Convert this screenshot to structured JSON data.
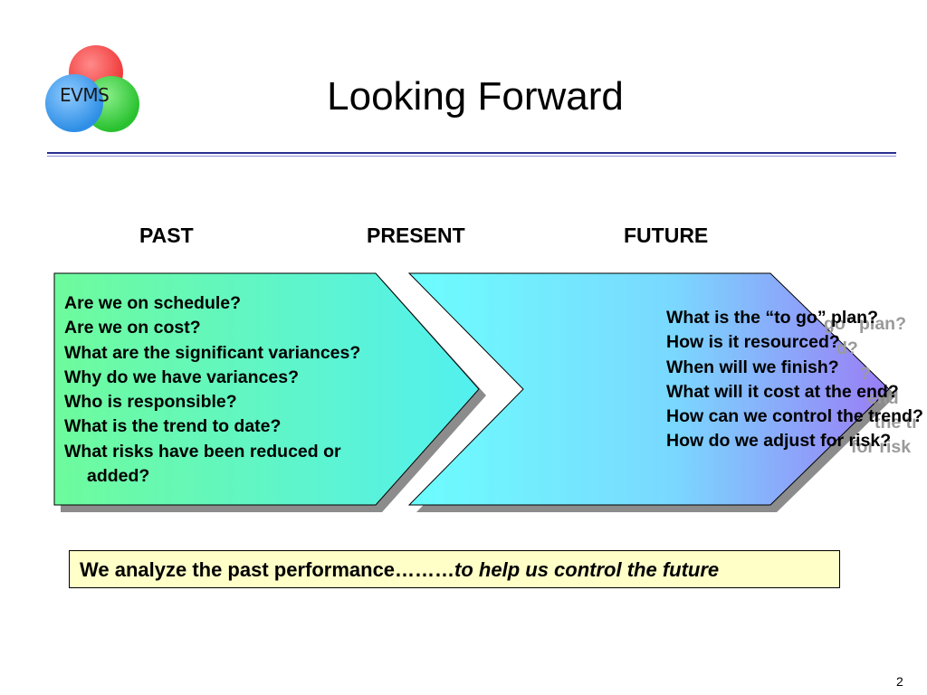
{
  "logo": {
    "text": "EVMS"
  },
  "title": "Looking Forward",
  "headers": {
    "past": "PAST",
    "present": "PRESENT",
    "future": "FUTURE"
  },
  "past_questions": [
    "Are we on schedule?",
    "Are we on cost?",
    "What are the significant variances?",
    "Why do we have variances?",
    "Who is responsible?",
    "What is the trend to date?",
    "What risks have been reduced or",
    "added?"
  ],
  "future_questions": [
    "What is the “to go” plan?",
    "How is it resourced?",
    "When will we finish?",
    "What will it cost at the end?",
    "How can we control the trend?",
    "How do we adjust for risk?"
  ],
  "conclusion": {
    "normal": "We analyze the past performance………",
    "italic": "to help us control the future"
  },
  "page_number": "2",
  "colors": {
    "past_gradient_start": "#6efb9c",
    "past_gradient_end": "#52f0f0",
    "future_gradient_start": "#6cfefe",
    "future_gradient_end": "#9a7cf5",
    "title_rule": "#2b2f8f",
    "conclusion_bg": "#ffffc8"
  }
}
